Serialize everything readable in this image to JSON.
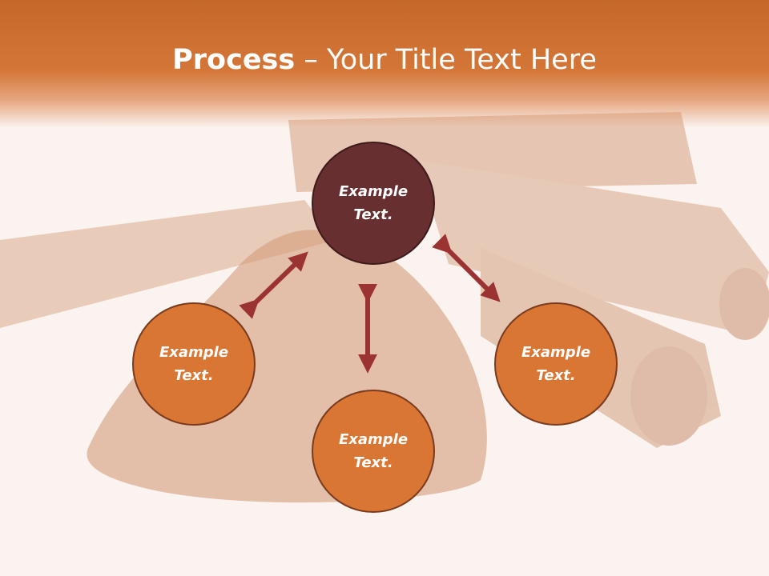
{
  "title": {
    "bold": "Process",
    "rest": " – Your Title Text Here"
  },
  "colors": {
    "header": "#d47637",
    "top_circle": "#672f2f",
    "orange_circle": "#d97633",
    "arrow": "#9c3333"
  },
  "circles": {
    "top": {
      "line1": "Example",
      "line2": "Text."
    },
    "left": {
      "line1": "Example",
      "line2": "Text."
    },
    "bottom": {
      "line1": "Example",
      "line2": "Text."
    },
    "right": {
      "line1": "Example",
      "line2": "Text."
    }
  }
}
